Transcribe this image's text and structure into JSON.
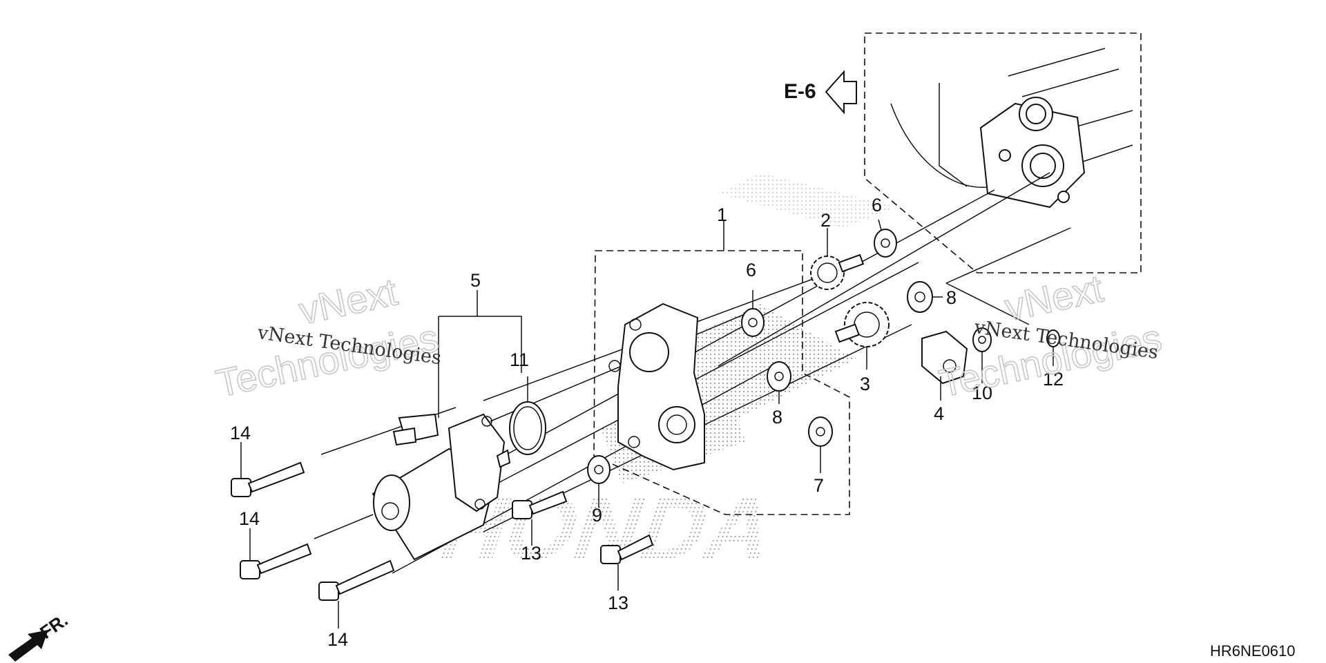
{
  "diagram": {
    "reference_label": "E-6",
    "front_label": "FR.",
    "diagram_code": "HR6NE0610",
    "brand_watermark": "HONDA",
    "watermarks": {
      "stamp_top": "vNext",
      "stamp_bottom": "Technologies",
      "text": "vNext Technologies"
    },
    "callouts": [
      {
        "number": "1"
      },
      {
        "number": "2"
      },
      {
        "number": "3"
      },
      {
        "number": "4"
      },
      {
        "number": "5"
      },
      {
        "number": "6"
      },
      {
        "number": "6"
      },
      {
        "number": "7"
      },
      {
        "number": "8"
      },
      {
        "number": "8"
      },
      {
        "number": "9"
      },
      {
        "number": "10"
      },
      {
        "number": "11"
      },
      {
        "number": "12"
      },
      {
        "number": "13"
      },
      {
        "number": "13"
      },
      {
        "number": "14"
      },
      {
        "number": "14"
      },
      {
        "number": "14"
      }
    ]
  }
}
